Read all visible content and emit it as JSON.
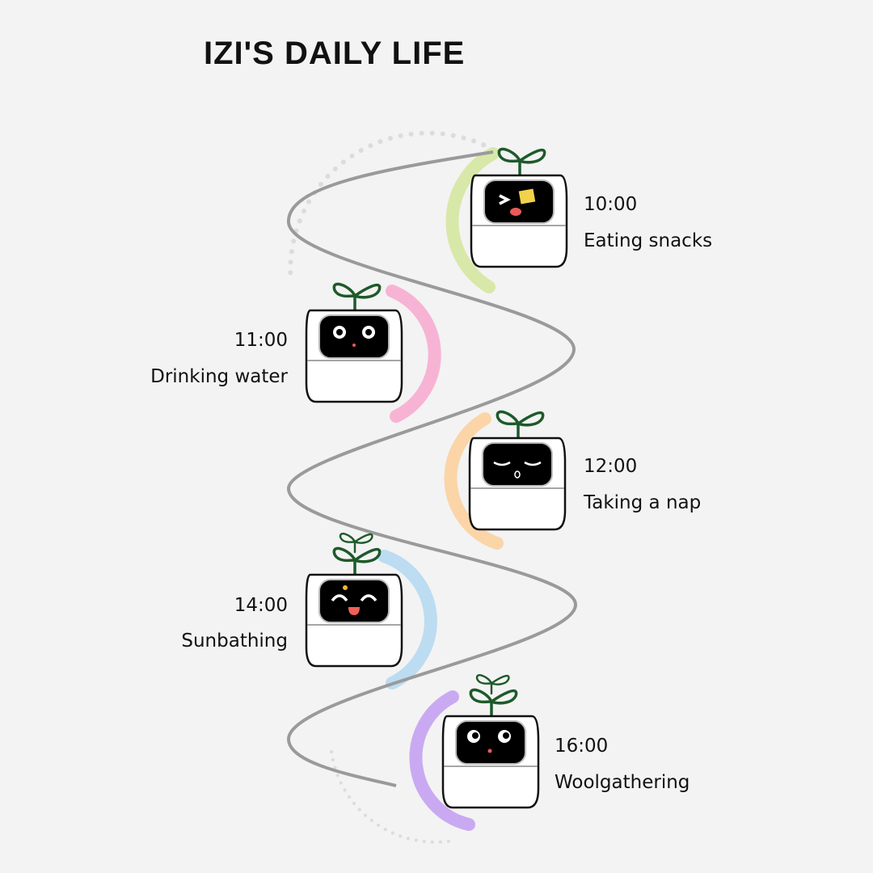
{
  "title": "IZI'S DAILY LIFE",
  "schedule": [
    {
      "time": "10:00",
      "activity": "Eating snacks",
      "color": "#d8e8a8"
    },
    {
      "time": "11:00",
      "activity": "Drinking water",
      "color": "#f7b3d4"
    },
    {
      "time": "12:00",
      "activity": "Taking a nap",
      "color": "#fbd5a8"
    },
    {
      "time": "14:00",
      "activity": "Sunbathing",
      "color": "#bcdcf2"
    },
    {
      "time": "16:00",
      "activity": "Woolgathering",
      "color": "#c9aaf2"
    }
  ]
}
